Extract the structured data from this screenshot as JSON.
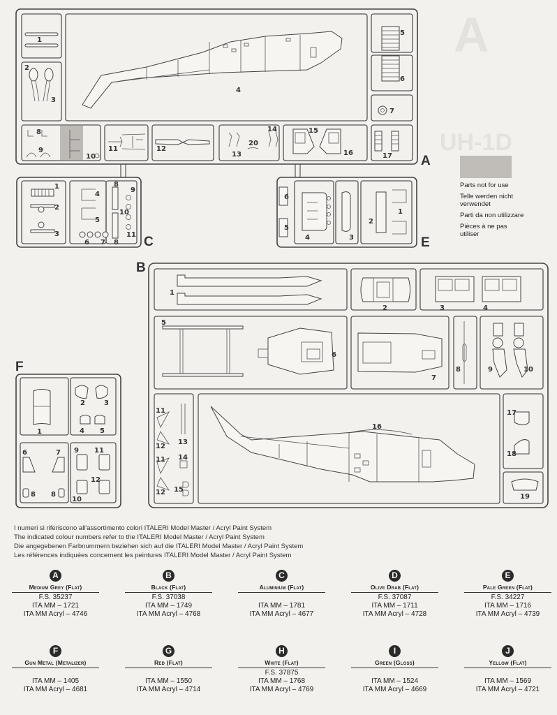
{
  "sprues": {
    "A": {
      "letter": "A",
      "parts": [
        "1",
        "2",
        "3",
        "4",
        "5",
        "6",
        "7",
        "8",
        "9",
        "10",
        "11",
        "12",
        "13",
        "14",
        "15",
        "16",
        "17",
        "20"
      ]
    },
    "B": {
      "letter": "B",
      "parts": [
        "1",
        "2",
        "3",
        "4",
        "5",
        "6",
        "7",
        "8",
        "9",
        "10",
        "11",
        "12",
        "13",
        "14",
        "15",
        "16",
        "17",
        "18",
        "19"
      ],
      "repeat_labels": [
        "11",
        "12",
        "11",
        "12"
      ]
    },
    "C": {
      "letter": "C",
      "parts": [
        "1",
        "2",
        "3",
        "4",
        "5",
        "6",
        "7",
        "8",
        "9",
        "10",
        "11",
        "8"
      ]
    },
    "E": {
      "letter": "E",
      "parts": [
        "6",
        "5",
        "4",
        "3",
        "2",
        "1"
      ]
    },
    "F": {
      "letter": "F",
      "parts": [
        "1",
        "2",
        "3",
        "4",
        "5",
        "6",
        "7",
        "8",
        "8",
        "9",
        "10",
        "11",
        "12"
      ]
    }
  },
  "legend": {
    "swatch_color": "#c0bdb9",
    "lines": [
      "Parts not for use",
      "Telle werden nicht verwendet",
      "Parti da non utilizzare",
      "Pièces à ne pas utiliser"
    ]
  },
  "notes": [
    "I numeri si riferiscono all'assortimento colori ITALERI Model Master / Acryl Paint System",
    "The indicated colour numbers refer to the ITALERI Model Master / Acryl Paint System",
    "Die angegebenen Farbnummern beziehen sich auf die ITALERI Model Master / Acryl Paint System",
    "Les références indiquées concernent les peintures ITALERI Model Master / Acryl Paint System"
  ],
  "paints": [
    {
      "code": "A",
      "name": "Medium Grey (Flat)",
      "fs": "F.S. 35237",
      "mm": "ITA MM – 1721",
      "acryl": "ITA MM Acryl – 4746"
    },
    {
      "code": "B",
      "name": "Black (Flat)",
      "fs": "F.S. 37038",
      "mm": "ITA MM – 1749",
      "acryl": "ITA MM Acryl – 4768"
    },
    {
      "code": "C",
      "name": "Aluminium (Flat)",
      "fs": "",
      "mm": "ITA MM – 1781",
      "acryl": "ITA MM Acryl – 4677"
    },
    {
      "code": "D",
      "name": "Olive Drab (Flat)",
      "fs": "F.S. 37087",
      "mm": "ITA MM – 1711",
      "acryl": "ITA MM Acryl – 4728"
    },
    {
      "code": "E",
      "name": "Pale Green (Flat)",
      "fs": "F.S. 34227",
      "mm": "ITA MM – 1716",
      "acryl": "ITA MM Acryl – 4739"
    },
    {
      "code": "F",
      "name": "Gun Metal (Metalizer)",
      "fs": "",
      "mm": "ITA MM – 1405",
      "acryl": "ITA MM Acryl – 4681"
    },
    {
      "code": "G",
      "name": "Red (Flat)",
      "fs": "",
      "mm": "ITA MM – 1550",
      "acryl": "ITA MM Acryl – 4714"
    },
    {
      "code": "H",
      "name": "White (Flat)",
      "fs": "F.S. 37875",
      "mm": "ITA MM – 1768",
      "acryl": "ITA MM Acryl – 4769"
    },
    {
      "code": "I",
      "name": "Green (Gloss)",
      "fs": "",
      "mm": "ITA MM – 1524",
      "acryl": "ITA MM Acryl – 4669"
    },
    {
      "code": "J",
      "name": "Yellow (Flat)",
      "fs": "",
      "mm": "ITA MM – 1569",
      "acryl": "ITA MM Acryl – 4721"
    }
  ]
}
